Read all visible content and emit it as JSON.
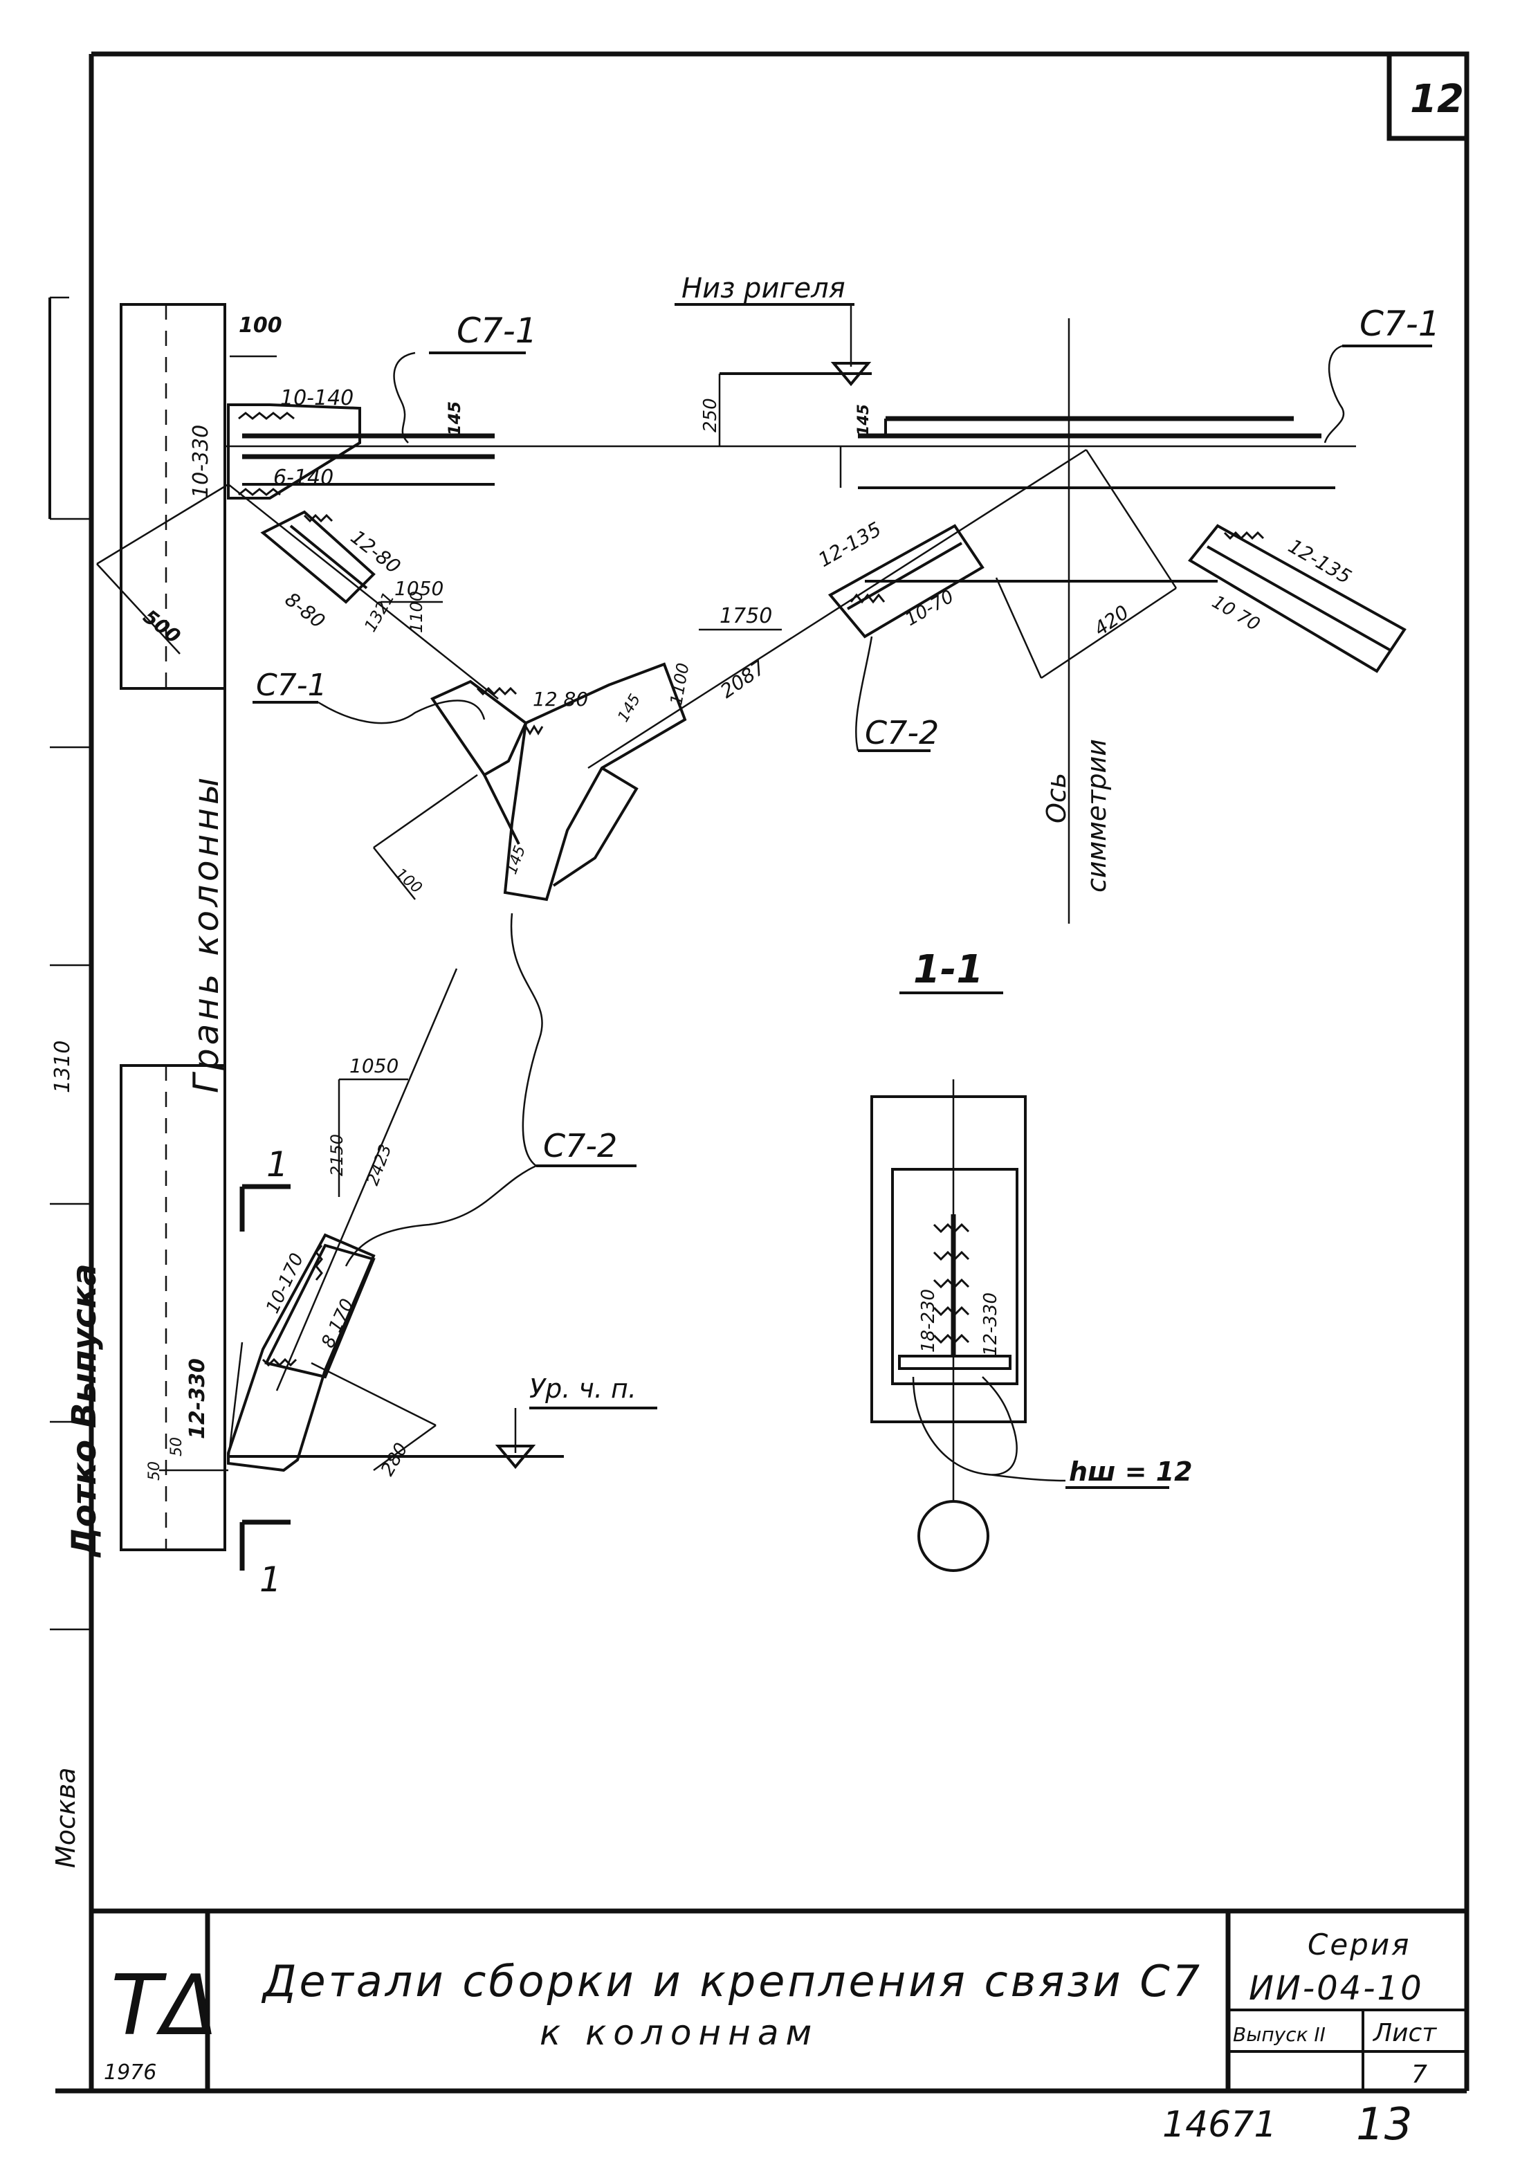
{
  "sheet": {
    "page_number": "12",
    "section_label": "1-1"
  },
  "title_block": {
    "logo": "ТΔ",
    "logo_year": "1976",
    "title_line1": "Детали сборки и крепления связи С7",
    "title_line2": "к колоннам",
    "series_label": "Серия",
    "series_value": "ИИ-04-10",
    "issue_label": "Выпуск II",
    "sheet_label": "Лист",
    "sheet_value": "7"
  },
  "footer": {
    "archive_number": "14671",
    "page_number": "13"
  },
  "side_labels": {
    "city": "Москва",
    "issue_axis": "Дотко Выпуска",
    "issue_dim": "1310",
    "column_face": "Грань колонны",
    "symmetry_axis_1": "Ось",
    "symmetry_axis_2": "симметрии"
  },
  "annotations": {
    "beam_bottom": "Низ ригеля",
    "floor_level": "Ур. ч. п.",
    "weld_leg": "hш = 12",
    "brace_c7_1_a": "С7-1",
    "brace_c7_1_b": "С7-1",
    "brace_c7_1_c": "С7-1",
    "brace_c7_2_a": "С7-2",
    "brace_c7_2_b": "С7-2",
    "cut_mark_top": "1",
    "cut_mark_bottom": "1"
  },
  "dimensions": {
    "d100": "100",
    "d10_140": "10-140",
    "d10_330": "10-330",
    "d6_140": "6-140",
    "d500": "500",
    "d12_80_a": "12-80",
    "d8_80": "8-80",
    "d1050_a": "1050",
    "d1321": "1321",
    "d1100_a": "1100",
    "d12_80_b": "12 80",
    "d1750": "1750",
    "d1100_b": "1100",
    "d2087": "2087",
    "d250": "250",
    "d12_135_a": "12-135",
    "d10_70_a": "10-70",
    "d12_135_b": "12-135",
    "d10_70_b": "10 70",
    "d420": "420",
    "d145": "145",
    "d1050_b": "1050",
    "d2150": "2150",
    "d2423": "2423",
    "d10_170": "10-170",
    "d8_170": "8 170",
    "d12_330_a": "12-330",
    "d50a": "50",
    "d50b": "50",
    "d280": "280",
    "d18_230": "18-230",
    "d12_330_b": "12-330"
  }
}
